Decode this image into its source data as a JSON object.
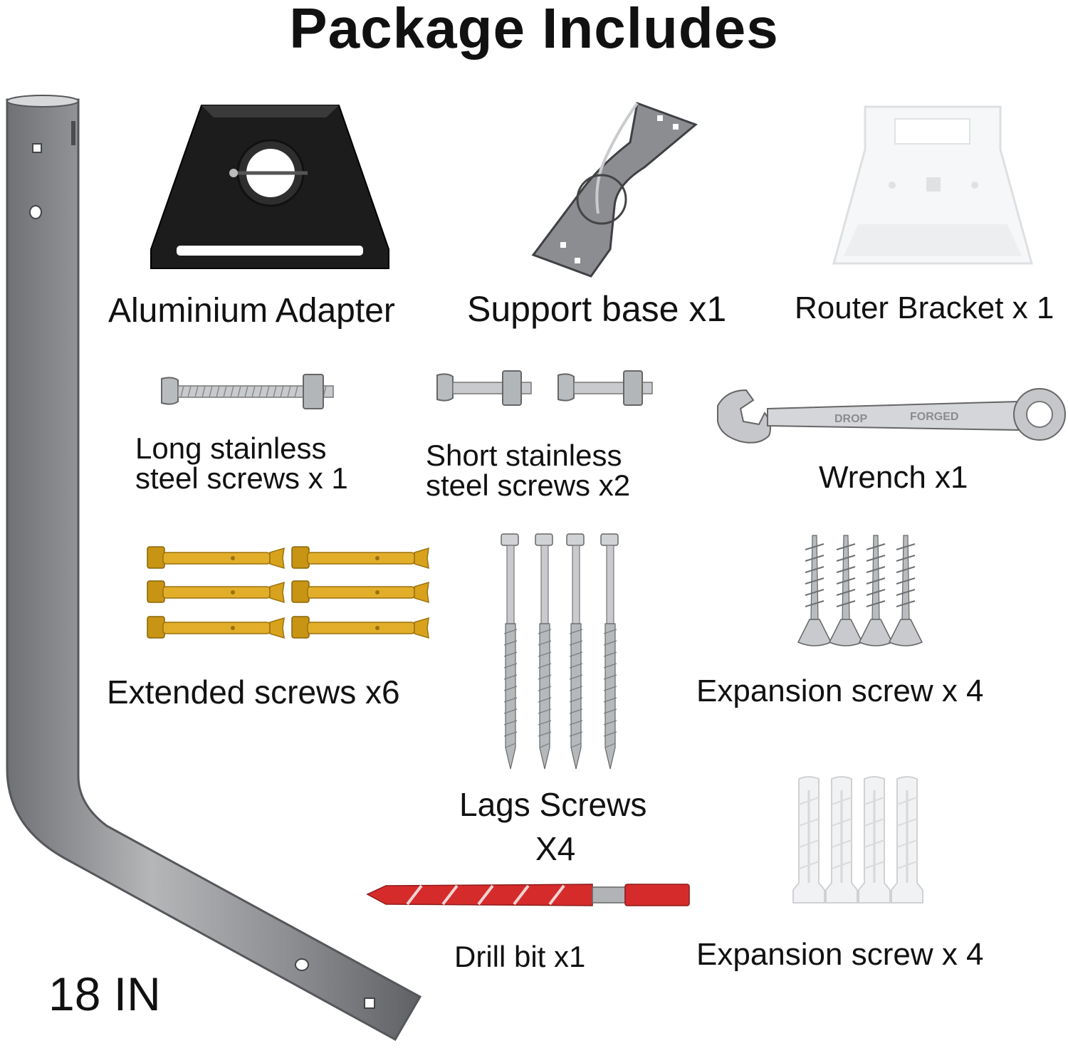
{
  "title": "Package Includes",
  "items": [
    {
      "name": "aluminium-adapter",
      "label": "Aluminium Adapter"
    },
    {
      "name": "support-base",
      "label": "Support base x1"
    },
    {
      "name": "router-bracket",
      "label": "Router Bracket x 1"
    },
    {
      "name": "long-screw",
      "label_line1": "Long stainless",
      "label_line2": "steel screws x 1"
    },
    {
      "name": "short-screws",
      "label_line1": "Short stainless",
      "label_line2": "steel screws x2"
    },
    {
      "name": "wrench",
      "label": "Wrench x1",
      "engraving_1": "DROP",
      "engraving_2": "FORGED"
    },
    {
      "name": "extended-screws",
      "label": "Extended screws x6"
    },
    {
      "name": "lag-screws",
      "label_line1": "Lags Screws",
      "label_line2": "X4"
    },
    {
      "name": "expansion-screws",
      "label": "Expansion screw x 4"
    },
    {
      "name": "drill-bit",
      "label": "Drill bit x1"
    },
    {
      "name": "wall-anchors",
      "label": "Expansion screw x 4"
    }
  ],
  "pole_size": "18 IN",
  "colors": {
    "pole": "#8e9092",
    "adapter": "#1c1c1c",
    "anchor_gold": "#d8a21c",
    "drill_red": "#d62b2b",
    "steel": "#b9bcbf"
  }
}
